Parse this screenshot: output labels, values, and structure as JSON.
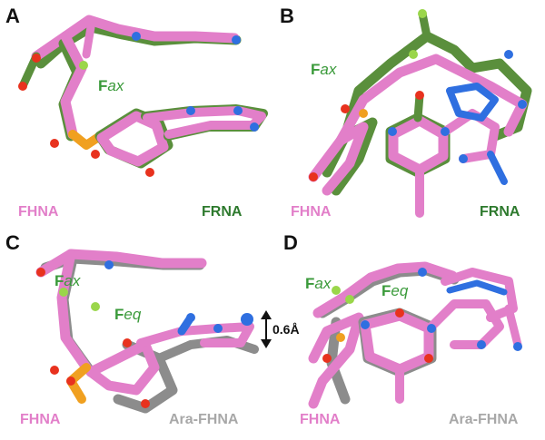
{
  "panels": [
    {
      "letter": "A",
      "left_label": "FHNA",
      "right_label": "FRNA",
      "annotations": [
        {
          "letter": "F",
          "sub": "ax"
        }
      ]
    },
    {
      "letter": "B",
      "left_label": "FHNA",
      "right_label": "FRNA",
      "annotations": [
        {
          "letter": "F",
          "sub": "ax"
        }
      ]
    },
    {
      "letter": "C",
      "left_label": "FHNA",
      "right_label": "Ara-FHNA",
      "annotations": [
        {
          "letter": "F",
          "sub": "ax"
        },
        {
          "letter": "F",
          "sub": "eq"
        }
      ],
      "distance_label": "0.6Å"
    },
    {
      "letter": "D",
      "left_label": "FHNA",
      "right_label": "Ara-FHNA",
      "annotations": [
        {
          "letter": "F",
          "sub": "ax"
        },
        {
          "letter": "F",
          "sub": "eq"
        }
      ]
    }
  ],
  "colors": {
    "fhna": "#e27fc9",
    "frna": "#2e7a2e",
    "frna_stick": "#5a8f3c",
    "ara_fhna": "#a8a8a8",
    "ara_stick": "#8c8c8c",
    "fluorine": "#9ad64a",
    "oxygen": "#e8321e",
    "nitrogen": "#2f6fe0",
    "phosphorus": "#f0a020",
    "f_label": "#3a9a3a"
  }
}
